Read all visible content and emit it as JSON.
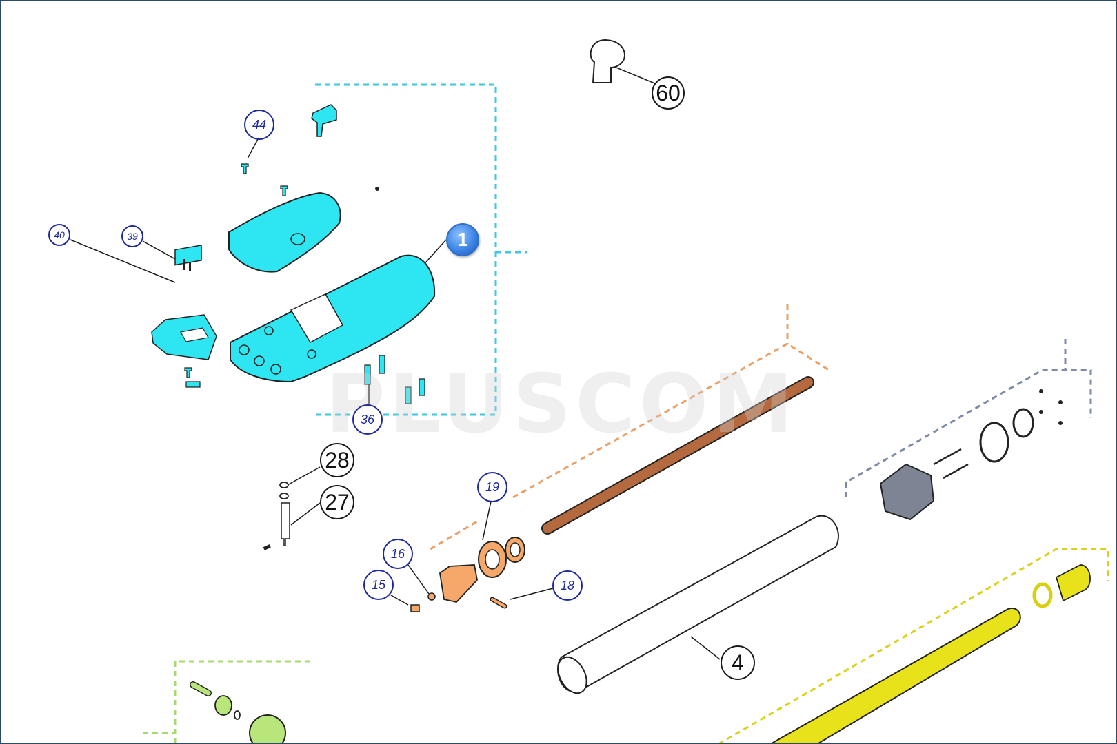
{
  "watermark": "PLUSCOM",
  "callouts": [
    {
      "id": "c60",
      "label": "60",
      "style": "dark",
      "x": 0,
      "y": 0
    },
    {
      "id": "c44",
      "label": "44",
      "style": "blue"
    },
    {
      "id": "c40",
      "label": "40",
      "style": "blue small"
    },
    {
      "id": "c39",
      "label": "39",
      "style": "blue small"
    },
    {
      "id": "c1",
      "label": "1",
      "style": "highlight"
    },
    {
      "id": "c36",
      "label": "36",
      "style": "blue"
    },
    {
      "id": "c28",
      "label": "28",
      "style": "dark"
    },
    {
      "id": "c27",
      "label": "27",
      "style": "dark"
    },
    {
      "id": "c19",
      "label": "19",
      "style": "blue"
    },
    {
      "id": "c16",
      "label": "16",
      "style": "blue"
    },
    {
      "id": "c15",
      "label": "15",
      "style": "blue"
    },
    {
      "id": "c18",
      "label": "18",
      "style": "blue"
    },
    {
      "id": "c4",
      "label": "4",
      "style": "dark"
    }
  ],
  "colors": {
    "cover": "#2ee6f2",
    "gear": "#f5a86a",
    "shaft": "#b5693f",
    "tube": "#ffffff",
    "rod": "#e8e21a",
    "motor": "#7d8595",
    "gearbox": "#b8e67a"
  }
}
